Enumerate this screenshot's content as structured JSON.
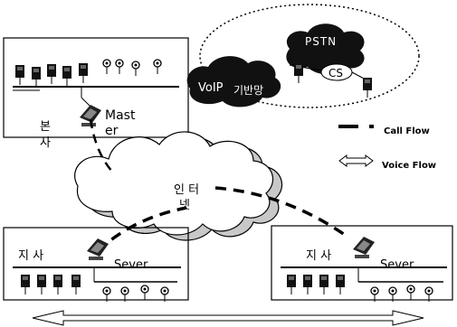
{
  "hq": {
    "label_line1": "본",
    "label_line2": "사",
    "server_line1": "Mast",
    "server_line2": "er"
  },
  "internet": {
    "label_line1": "인 터",
    "label_line2": "넷"
  },
  "legend": {
    "call_flow": "Call Flow",
    "voice_flow": "Voice Flow"
  },
  "pstn_cloud": {
    "pstn": "PSTN",
    "cs": "CS",
    "voip_prefix": "VoIP",
    "voip_suffix": "기반망"
  },
  "branch_left": {
    "label": "지 사",
    "server": "Sever"
  },
  "branch_right": {
    "label": "지 사",
    "server": "Sever"
  }
}
